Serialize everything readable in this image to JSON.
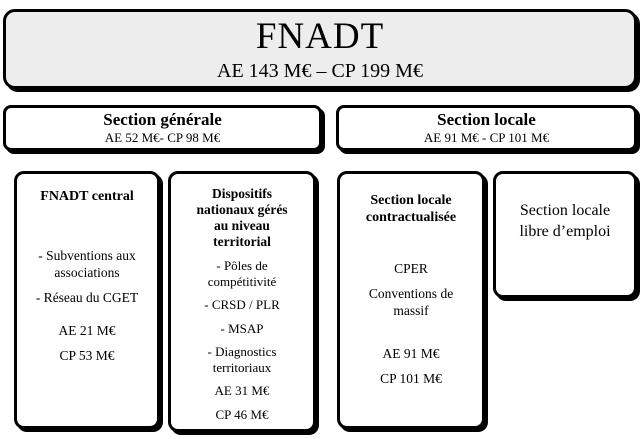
{
  "header": {
    "title": "FNADT",
    "subtitle": "AE 143 M€ – CP 199 M€",
    "fill_color": "#ededed",
    "border_color": "#000000"
  },
  "sections": {
    "generale": {
      "title": "Section générale",
      "amounts": "AE 52 M€-  CP 98 M€"
    },
    "locale": {
      "title": "Section locale",
      "amounts": "AE 91 M€ - CP 101 M€"
    }
  },
  "cards": {
    "fnadt_central": {
      "title": "FNADT central",
      "items": [
        "- Subventions aux",
        "associations",
        "- Réseau du CGET"
      ],
      "ae": "AE 21 M€",
      "cp": "CP 53 M€"
    },
    "dispositifs": {
      "title_lines": [
        "Dispositifs",
        "nationaux gérés",
        "au niveau",
        "territorial"
      ],
      "items": [
        "- Pôles de",
        "compétitivité",
        "- CRSD / PLR",
        "- MSAP",
        "- Diagnostics",
        "territoriaux"
      ],
      "ae": "AE 31 M€",
      "cp": "CP 46 M€"
    },
    "section_locale_contractualisee": {
      "title_lines": [
        "Section locale",
        "contractualisée"
      ],
      "items": [
        "CPER",
        "Conventions de",
        "massif"
      ],
      "ae": "AE 91 M€",
      "cp": "CP 101 M€"
    },
    "section_locale_libre": {
      "title_lines": [
        "Section locale",
        "libre d’emploi"
      ]
    }
  }
}
